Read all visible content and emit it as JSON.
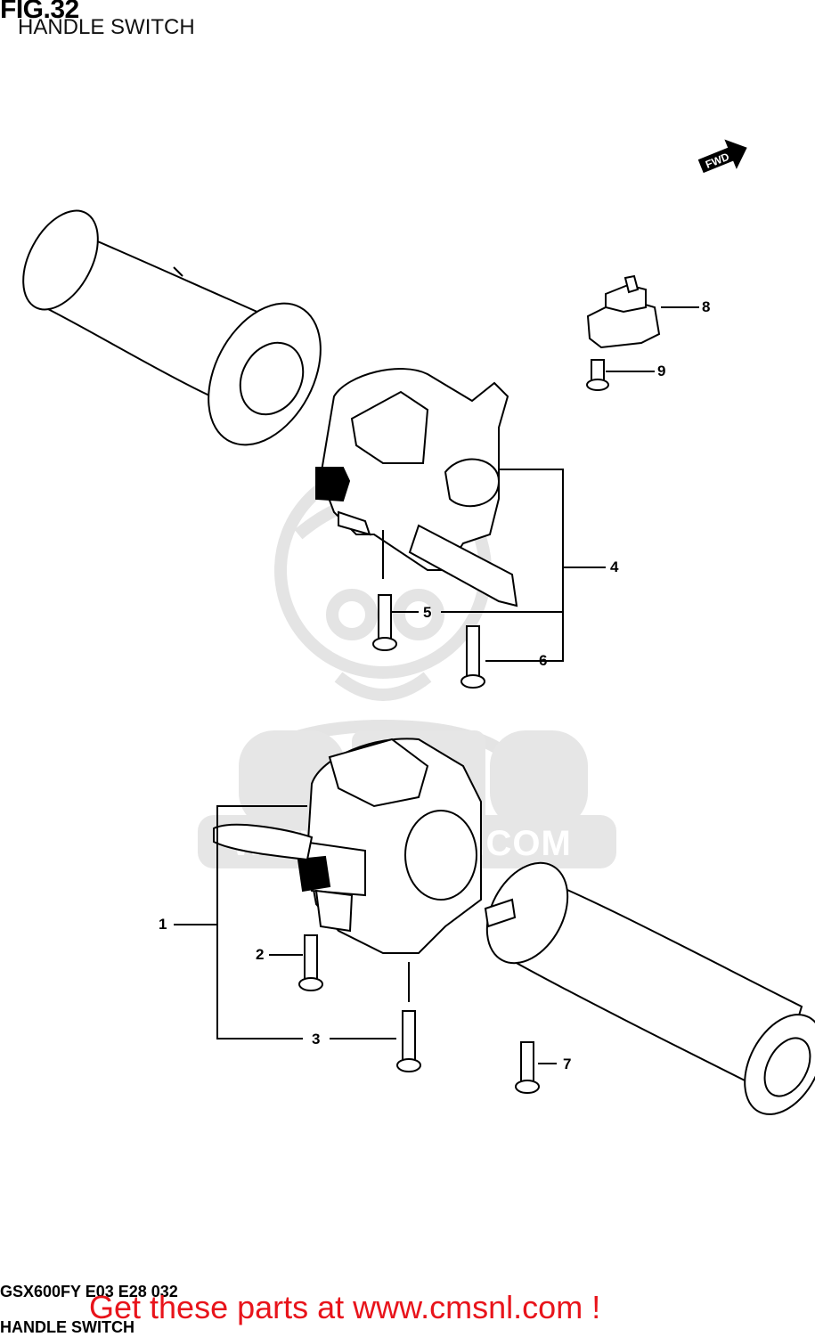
{
  "figure": {
    "number": "FIG.32",
    "title": "HANDLE SWITCH"
  },
  "direction_marker": {
    "label": "FWD"
  },
  "callouts": [
    {
      "id": "1",
      "label": "1"
    },
    {
      "id": "2",
      "label": "2"
    },
    {
      "id": "3",
      "label": "3"
    },
    {
      "id": "4",
      "label": "4"
    },
    {
      "id": "5",
      "label": "5"
    },
    {
      "id": "6",
      "label": "6"
    },
    {
      "id": "7",
      "label": "7"
    },
    {
      "id": "8",
      "label": "8"
    },
    {
      "id": "9",
      "label": "9"
    }
  ],
  "watermark": {
    "text": "WWW.CMSNL.COM",
    "logo": "CMS"
  },
  "footer": {
    "diagram_code": "GSX600FY E03 E28 032",
    "subtitle": "HANDLE SWITCH",
    "promo": "Get these parts at www.cmsnl.com !"
  },
  "colors": {
    "line": "#000000",
    "watermark": "#e6e6e6",
    "promo": "#e8141b"
  }
}
